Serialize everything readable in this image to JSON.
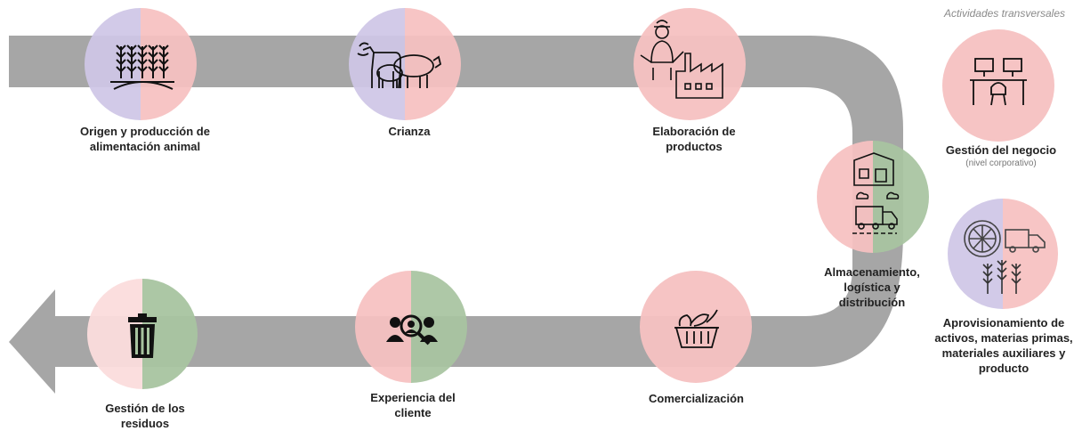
{
  "header": {
    "transversal_title": "Actividades transversales"
  },
  "colors": {
    "lilac": "#cfc6e6",
    "pink": "#f6c1c1",
    "light_pink": "#fbdcdc",
    "green": "#a8c4a0",
    "band": "#a6a6a6"
  },
  "stages": [
    {
      "id": "origen",
      "label": "Origen y producción de alimentación animal",
      "icon": "wheat-field-icon"
    },
    {
      "id": "crianza",
      "label": "Crianza",
      "icon": "livestock-icon"
    },
    {
      "id": "elaboracion",
      "label": "Elaboración de productos",
      "icon": "farmer-factory-icon"
    },
    {
      "id": "almacenamiento",
      "label": "Almacenamiento, logística y distribución",
      "icon": "warehouse-truck-icon"
    },
    {
      "id": "comercializacion",
      "label": "Comercialización",
      "icon": "basket-icon"
    },
    {
      "id": "experiencia",
      "label": "Experiencia del cliente",
      "icon": "customers-search-icon"
    },
    {
      "id": "residuos",
      "label": "Gestión de los residuos",
      "icon": "trash-bin-icon"
    }
  ],
  "transversal": [
    {
      "id": "negocio",
      "label": "Gestión del negocio",
      "sublabel": "(nivel corporativo)",
      "icon": "office-desk-icon"
    },
    {
      "id": "aprovisionamiento",
      "label": "Aprovisionamiento de activos, materias primas, materiales auxiliares y producto",
      "icon": "supply-wheel-truck-wheat-icon"
    }
  ]
}
